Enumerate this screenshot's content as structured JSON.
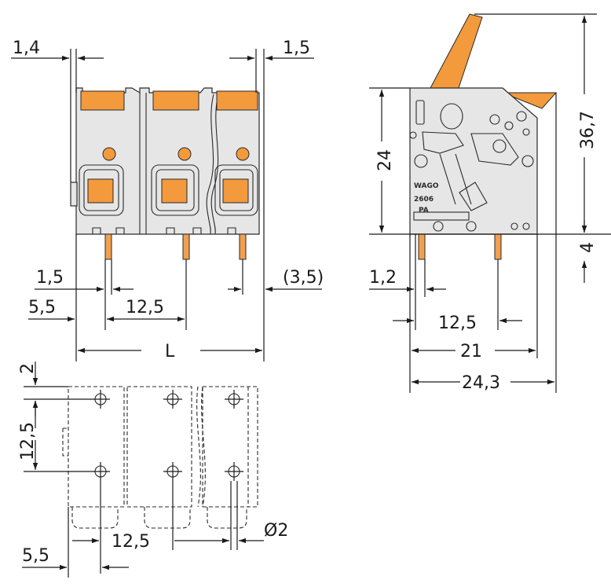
{
  "colors": {
    "accent": "#f39a3c",
    "body": "#e6e6e6",
    "line": "#1a1a1a"
  },
  "front_view": {
    "dim_left_offset": "1,4",
    "dim_right_offset": "1,5",
    "dim_pin_width": "1,5",
    "dim_edge_to_pin": "5,5",
    "dim_pitch": "12,5",
    "dim_right_ref": "(3,5)",
    "dim_length": "L"
  },
  "side_view": {
    "dim_height": "24",
    "dim_total_height": "36,7",
    "dim_pin_length": "4",
    "dim_pin_width": "1,2",
    "dim_pitch": "12,5",
    "dim_depth": "21",
    "dim_total_depth": "24,3",
    "brand_text": "WAGO",
    "part_number": "2606",
    "material_text": "PA"
  },
  "footprint": {
    "dim_top_offset": "2",
    "dim_row_pitch": "12,5",
    "dim_col_pitch": "12,5",
    "dim_hole": "Ø2",
    "dim_edge": "5,5"
  }
}
